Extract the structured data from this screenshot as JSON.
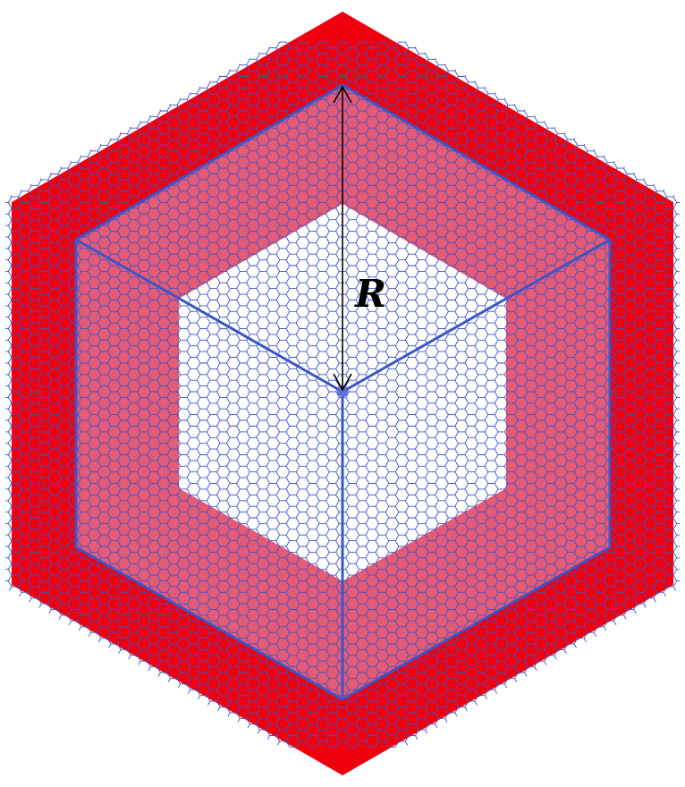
{
  "figure": {
    "radius_label": "R",
    "colors": {
      "background": "#ffffff",
      "outer_region": "#f0000f",
      "middle_region": "#e55a75",
      "inner_region": "#ffffff",
      "lattice": "#3b55c8",
      "cube_edges": "#3b55c8",
      "center_point": "#5a72d6",
      "arrow": "#000000"
    },
    "regions": [
      "outer-hexagon",
      "middle-hexagon",
      "inner-hexagon"
    ],
    "lattice": "honeycomb",
    "overlay": "cube-projection"
  }
}
